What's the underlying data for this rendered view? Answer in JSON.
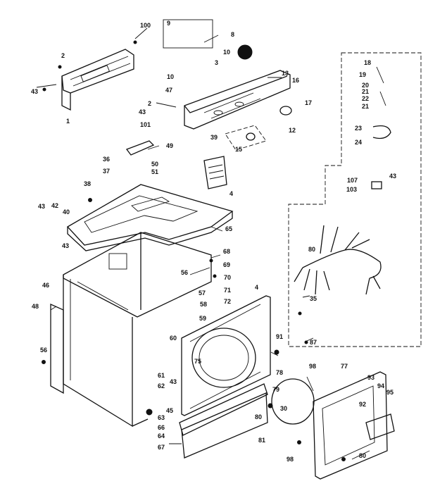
{
  "diagram": {
    "callouts": [
      "100",
      "2",
      "43",
      "1",
      "9",
      "8",
      "10",
      "3",
      "10",
      "47",
      "13",
      "16",
      "2",
      "43",
      "101",
      "17",
      "12",
      "39",
      "15",
      "49",
      "36",
      "50",
      "37",
      "51",
      "4",
      "38",
      "43",
      "42",
      "40",
      "43",
      "46",
      "65",
      "68",
      "69",
      "56",
      "70",
      "71",
      "57",
      "4",
      "58",
      "59",
      "72",
      "48",
      "60",
      "56",
      "75",
      "91",
      "61",
      "62",
      "43",
      "45",
      "63",
      "66",
      "64",
      "67",
      "79",
      "78",
      "98",
      "77",
      "93",
      "94",
      "95",
      "92",
      "30",
      "80",
      "81",
      "98",
      "80",
      "18",
      "19",
      "20",
      "21",
      "22",
      "21",
      "23",
      "24",
      "43",
      "107",
      "103",
      "80",
      "35",
      "87"
    ]
  }
}
